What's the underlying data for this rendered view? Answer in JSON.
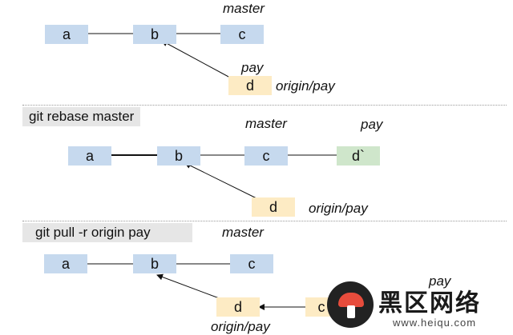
{
  "section1": {
    "nodes": {
      "a": "a",
      "b": "b",
      "c": "c",
      "d": "d"
    },
    "labels": {
      "master": "master",
      "pay": "pay",
      "origin_pay": "origin/pay"
    }
  },
  "section2": {
    "command": "git rebase master",
    "nodes": {
      "a": "a",
      "b": "b",
      "c": "c",
      "d_prime": "d`",
      "d": "d"
    },
    "labels": {
      "master": "master",
      "pay": "pay",
      "origin_pay": "origin/pay"
    }
  },
  "section3": {
    "command": "git pull -r origin pay",
    "nodes": {
      "a": "a",
      "b": "b",
      "c": "c",
      "d": "d",
      "c2": "c"
    },
    "labels": {
      "master": "master",
      "pay": "pay",
      "origin_pay": "origin/pay"
    }
  },
  "colors": {
    "commit_blue": "#c6d9ee",
    "commit_yellow": "#fdebc4",
    "commit_green": "#cfe6cb",
    "command_bg": "#e6e6e6"
  },
  "watermark": {
    "logo": "mushroom-logo-icon",
    "text": "黑区网络",
    "domain": "www.heiqu.com"
  }
}
